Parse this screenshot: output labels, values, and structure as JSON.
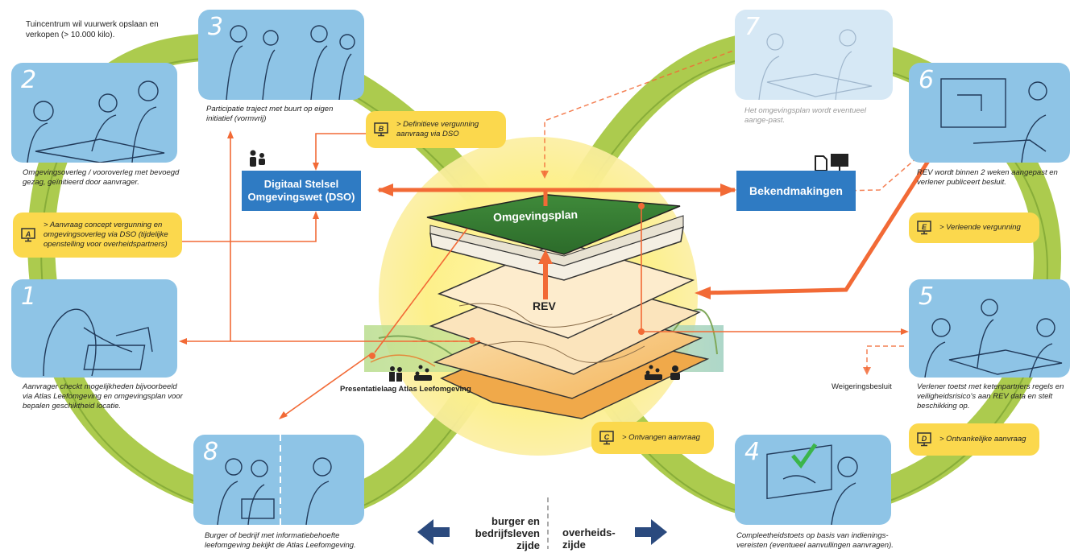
{
  "intro_text": "Tuincentrum wil vuurwerk opslaan en verkopen (> 10.000 kilo).",
  "panels": [
    {
      "num": "1",
      "caption": "Aanvrager checkt mogelijkheden bijvoorbeeld via Atlas Leefomgeving en omgevingsplan voor bepalen geschiktheid locatie."
    },
    {
      "num": "2",
      "caption": "Omgevingsoverleg / vooroverleg met bevoegd gezag, geïnitieerd door aanvrager."
    },
    {
      "num": "3",
      "caption": "Participatie traject met buurt op eigen initiatief (vormvrij)"
    },
    {
      "num": "4",
      "caption": "Compleetheidstoets op basis van indienings-vereisten (eventueel aanvullingen aanvragen)."
    },
    {
      "num": "5",
      "caption": "Verlener toetst met ketenpartners regels en veiligheidsrisico's aan REV data en stelt beschikking op."
    },
    {
      "num": "6",
      "caption": "REV wordt binnen 2 weken aangepast en verlener publiceert besluit."
    },
    {
      "num": "7",
      "caption": "Het omgevingsplan wordt eventueel aange-past."
    },
    {
      "num": "8",
      "caption": "Burger of bedrijf met informatiebehoefte leefomgeving bekijkt de Atlas Leefomgeving."
    }
  ],
  "notes": {
    "A": {
      "letter": "A",
      "text": "> Aanvraag concept vergunning en omgevingsoverleg via DSO (tijdelijke openstelling voor overheidspartners)"
    },
    "B": {
      "letter": "B",
      "text": "> Definitieve vergunning aanvraag via DSO"
    },
    "C": {
      "letter": "C",
      "text": "> Ontvangen aanvraag"
    },
    "D": {
      "letter": "D",
      "text": "> Ontvankelijke aanvraag"
    },
    "E": {
      "letter": "E",
      "text": "> Verleende vergunning"
    }
  },
  "center": {
    "dso_line1": "Digitaal Stelsel",
    "dso_line2": "Omgevingswet (DSO)",
    "bekendmakingen": "Bekendmakingen",
    "omgevingsplan": "Omgevingsplan",
    "rev": "REV",
    "presentatielaag": "Presentatielaag Atlas Leefomgeving",
    "weigeringsbesluit": "Weigeringsbesluit"
  },
  "bottom": {
    "left_line1": "burger en",
    "left_line2": "bedrijfsleven",
    "left_line3": "zijde",
    "right_line1": "overheids-",
    "right_line2": "zijde"
  },
  "colors": {
    "panel_blue": "#8ec4e6",
    "note_yellow": "#fbd84d",
    "dso_blue": "#2f7bc3",
    "arrow_orange": "#f26a36",
    "loop_green": "#a8c845",
    "navy_arrow": "#2b4a7e"
  }
}
